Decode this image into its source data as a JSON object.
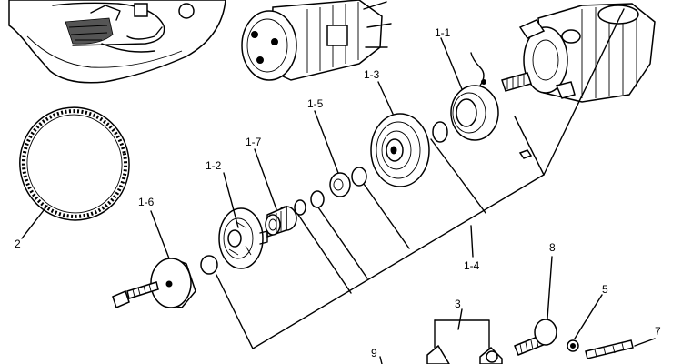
{
  "labels": {
    "l1_1": "1-1",
    "l1_2": "1-2",
    "l1_3": "1-3",
    "l1_4": "1-4",
    "l1_5": "1-5",
    "l1_6": "1-6",
    "l1_7": "1-7",
    "l2": "2",
    "l3": "3",
    "l5": "5",
    "l7": "7",
    "l8": "8",
    "l9": "9"
  }
}
